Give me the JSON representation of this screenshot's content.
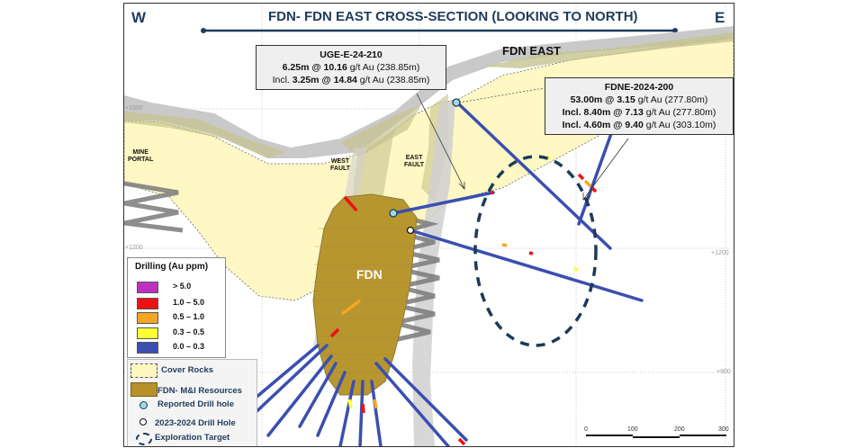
{
  "header": {
    "title": "FDN- FDN EAST CROSS-SECTION (LOOKING TO NORTH)",
    "west": "W",
    "east": "E"
  },
  "labels": {
    "fdn_east": "FDN EAST",
    "fdn": "FDN",
    "mine_portal_1": "MINE",
    "mine_portal_2": "PORTAL",
    "west_fault_1": "WEST",
    "west_fault_2": "FAULT",
    "east_fault_1": "EAST",
    "east_fault_2": "FAULT"
  },
  "elevations": {
    "left_1500": "+1500",
    "left_1200": "+1200",
    "right_1200": "+1200",
    "right_900": "+900"
  },
  "callouts": [
    {
      "hole": "UGE-E-24-210",
      "line1": {
        "bold": "6.25m @ 10.16",
        "rest": " g/t Au (238.85m)"
      },
      "line2": {
        "prefix": "Incl. ",
        "bold": "3.25m @ 14.84",
        "rest": " g/t Au (238.85m)"
      }
    },
    {
      "hole": "FDNE-2024-200",
      "line1": {
        "bold": "53.00m @ 3.15",
        "rest": " g/t Au (277.80m)"
      },
      "line2": {
        "bold": "Incl. 8.40m @ 7.13",
        "rest": " g/t Au (277.80m)"
      },
      "line3": {
        "bold": "Incl. 4.60m @ 9.40",
        "rest": " g/t Au (303.10m)"
      }
    }
  ],
  "legend_drilling": {
    "title": "Drilling (Au ppm)",
    "items": [
      {
        "label": "> 5.0",
        "color": "#c030c0"
      },
      {
        "label": "1.0 – 5.0",
        "color": "#ee1111"
      },
      {
        "label": "0.5 – 1.0",
        "color": "#f5a623"
      },
      {
        "label": "0.3 – 0.5",
        "color": "#ffff33"
      },
      {
        "label": "0.0 – 0.3",
        "color": "#3a4fb0"
      }
    ]
  },
  "legend_features": {
    "items": [
      {
        "label": "Cover Rocks",
        "symbol": "dashed-box",
        "color": "#fff8c0"
      },
      {
        "label": "FDN- M&I Resources",
        "symbol": "box",
        "color": "#b8902a"
      },
      {
        "label": "Reported Drill hole",
        "symbol": "circle",
        "color": "#9fd8e8"
      },
      {
        "label": "2023-2024 Drill Hole",
        "symbol": "circle",
        "color": "#ffffff"
      },
      {
        "label": "Exploration Target",
        "symbol": "dashed-ellipse",
        "color": "#1c3a5a"
      }
    ]
  },
  "scale_bar": {
    "ticks": [
      "0",
      "100",
      "200",
      "300"
    ]
  },
  "colors": {
    "title_blue": "#1f3b5c",
    "cover_rocks": "#fff8c0",
    "resources": "#b8902a",
    "drill_hole": "#3a4fb0",
    "fault_grey": "#c8c8c8",
    "target_dash": "#1c3a5a"
  }
}
